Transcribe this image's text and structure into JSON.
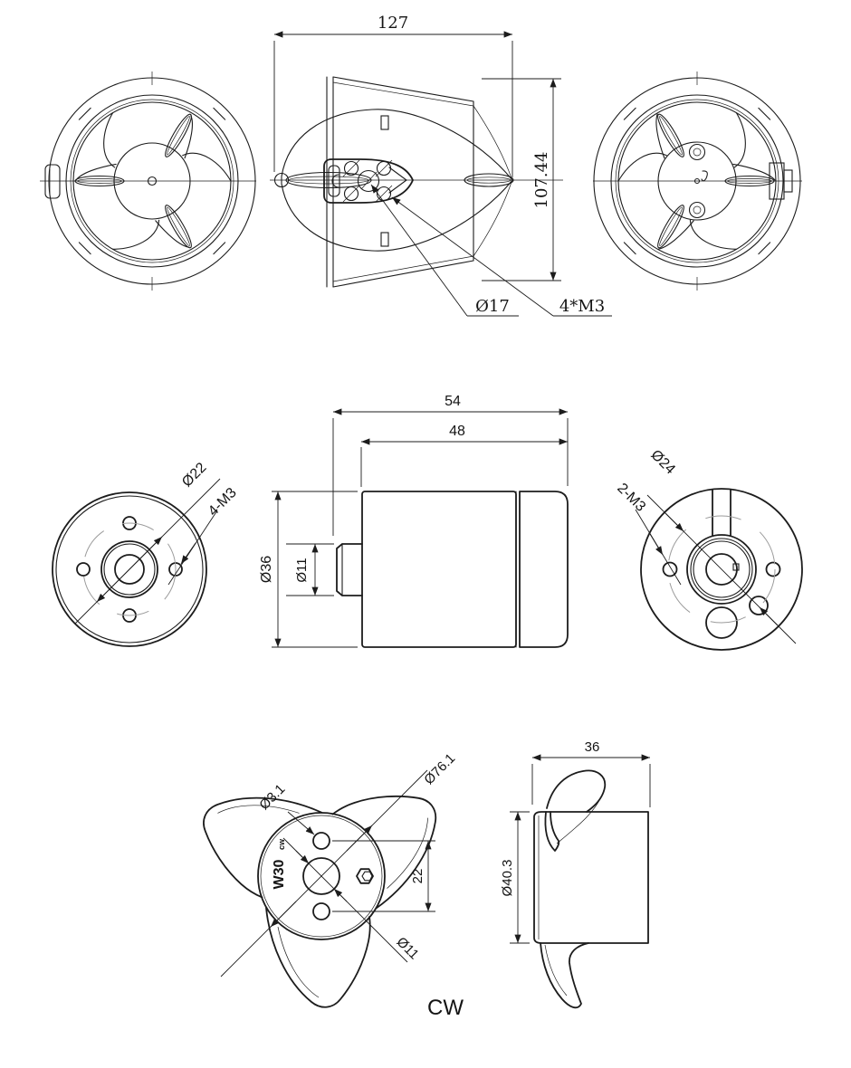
{
  "colors": {
    "line": "#1c1c1c",
    "phantom": "#9b9b9b",
    "background": "#ffffff"
  },
  "thruster": {
    "overall_length": "127",
    "overall_height": "107.44",
    "shaft_hole": "Ø17",
    "mount_holes": "4*M3"
  },
  "motor": {
    "total_length": "54",
    "body_length": "48",
    "body_diameter": "Ø36",
    "shaft_boss_diameter": "Ø11",
    "front_bolt_circle": "Ø22",
    "front_mount_holes": "4-M3",
    "rear_bolt_circle": "Ø24",
    "rear_mount_holes": "2-M3"
  },
  "propeller": {
    "diameter": "Ø76.1",
    "pin_hole": "Ø3.1",
    "bore": "Ø11",
    "pin_hole_spacing": "22",
    "hub_length": "36",
    "hub_diameter": "Ø40.3",
    "hub_marking": "W30",
    "hub_marking_suffix": "cw",
    "rotation_direction": "CW"
  }
}
